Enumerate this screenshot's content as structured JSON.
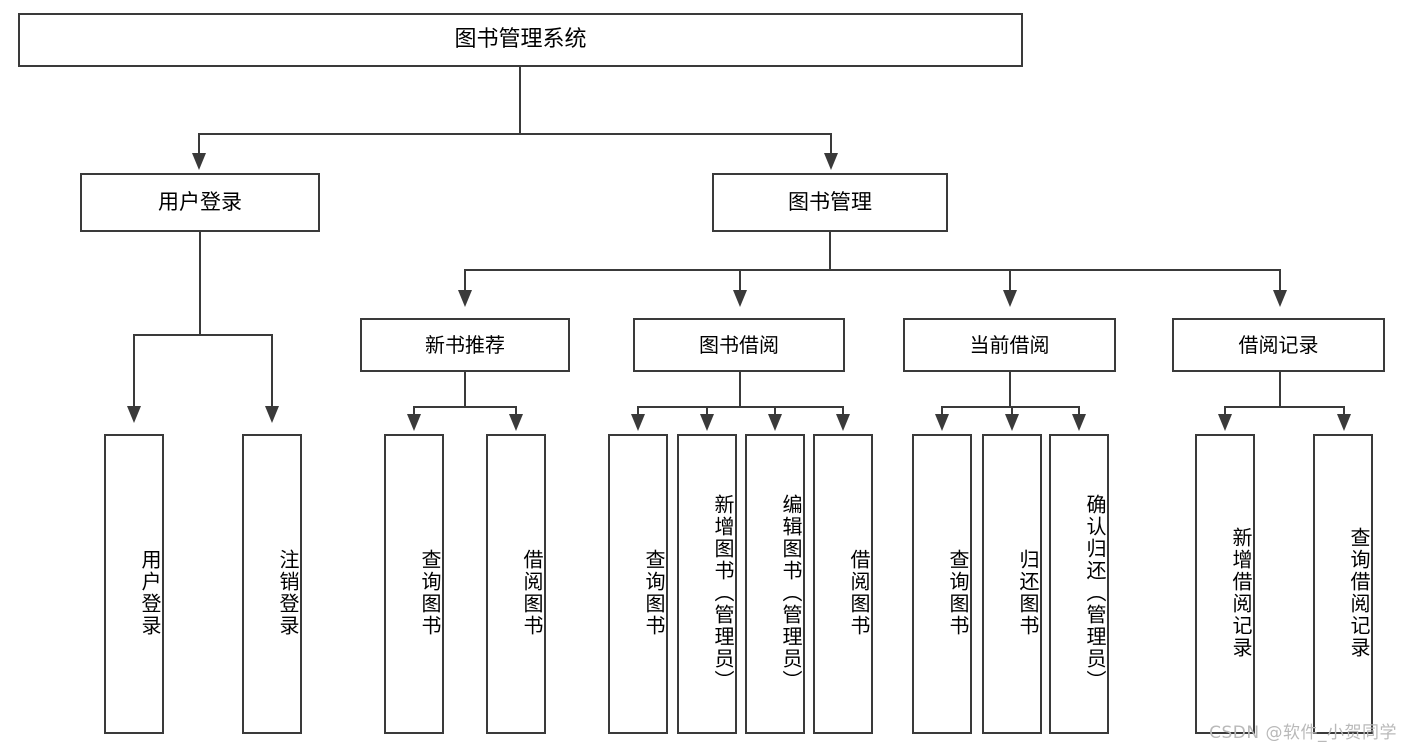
{
  "diagram": {
    "title": "图书管理系统",
    "type": "tree-hierarchy-diagram",
    "colors": {
      "stroke": "#3a3a3a",
      "fill": "#ffffff",
      "text": "#000000",
      "watermark": "#b9b9b9"
    },
    "root": {
      "label": "图书管理系统"
    },
    "level1": [
      {
        "label": "用户登录"
      },
      {
        "label": "图书管理"
      }
    ],
    "level2": [
      {
        "label": "新书推荐"
      },
      {
        "label": "图书借阅"
      },
      {
        "label": "当前借阅"
      },
      {
        "label": "借阅记录"
      }
    ],
    "leaves": {
      "user_login": [
        {
          "label": "用户登录"
        },
        {
          "label": "注销登录"
        }
      ],
      "new_book_recommend": [
        {
          "label": "查询图书"
        },
        {
          "label": "借阅图书"
        }
      ],
      "book_borrow": [
        {
          "label": "查询图书"
        },
        {
          "label": "新增图书（管理员）"
        },
        {
          "label": "编辑图书（管理员）"
        },
        {
          "label": "借阅图书"
        }
      ],
      "current_borrow": [
        {
          "label": "查询图书"
        },
        {
          "label": "归还图书"
        },
        {
          "label": "确认归还（管理员）"
        }
      ],
      "borrow_record": [
        {
          "label": "新增借阅记录"
        },
        {
          "label": "查询借阅记录"
        }
      ]
    }
  },
  "watermark": {
    "text": "CSDN @软件_小贺同学"
  }
}
